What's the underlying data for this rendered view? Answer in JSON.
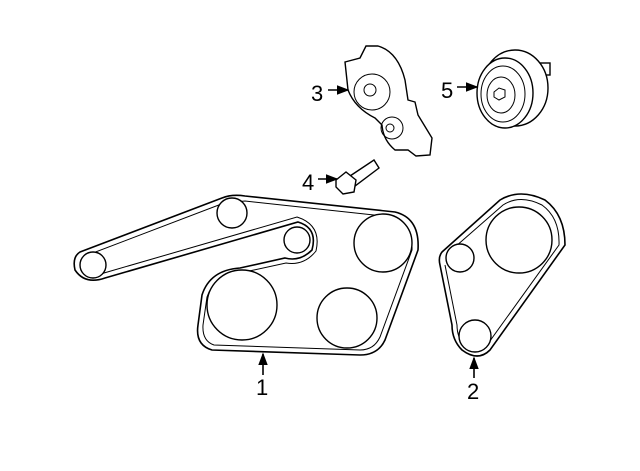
{
  "diagram": {
    "callouts": [
      {
        "id": "1",
        "label": "1",
        "part": "serpentine-belt"
      },
      {
        "id": "2",
        "label": "2",
        "part": "secondary-belt"
      },
      {
        "id": "3",
        "label": "3",
        "part": "belt-tensioner"
      },
      {
        "id": "4",
        "label": "4",
        "part": "tensioner-bolt"
      },
      {
        "id": "5",
        "label": "5",
        "part": "idler-pulley"
      }
    ]
  }
}
